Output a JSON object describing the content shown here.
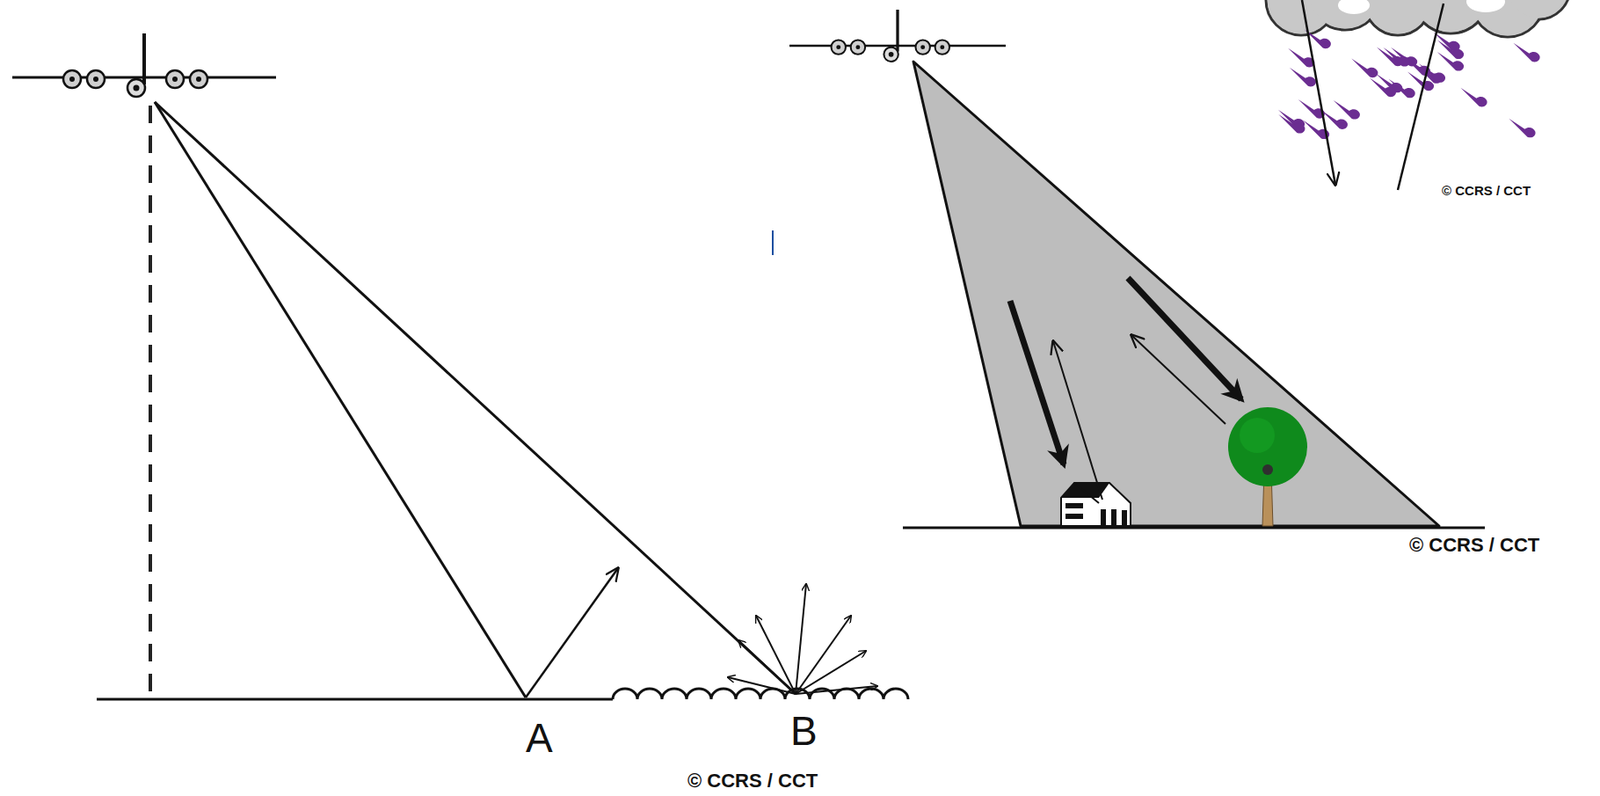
{
  "diagram": {
    "labels": [
      "A",
      "B",
      "© CCRS / CCT",
      "© CCRS / CCT",
      "© CCRS / CCT"
    ]
  }
}
